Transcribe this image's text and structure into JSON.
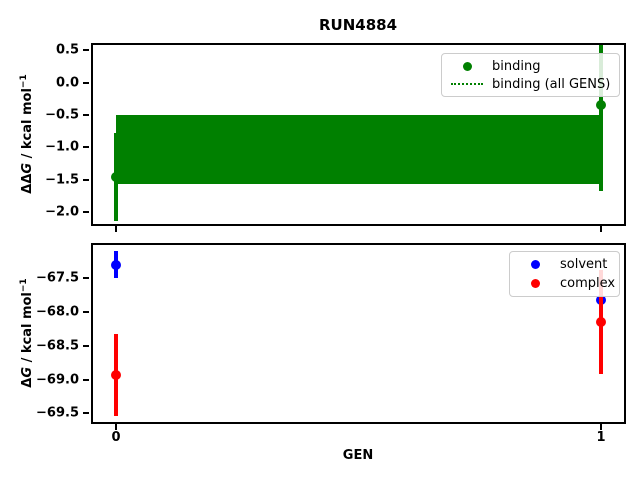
{
  "title": "RUN4884",
  "xaxis": {
    "label": "GEN"
  },
  "top_plot": {
    "ylabel": {
      "pre": "ΔΔ",
      "var": "G",
      "post": " / kcal mol",
      "sup": "−1"
    },
    "legend": [
      {
        "label": "binding",
        "marker": "dot",
        "color": "#008000"
      },
      {
        "label": "binding (all GENS)",
        "marker": "dotted-line",
        "color": "#008000"
      }
    ]
  },
  "bottom_plot": {
    "ylabel": {
      "pre": "Δ",
      "var": "G",
      "post": " / kcal mol",
      "sup": "−1"
    },
    "legend": [
      {
        "label": "solvent",
        "marker": "dot",
        "color": "#0000ff"
      },
      {
        "label": "complex",
        "marker": "dot",
        "color": "#ff0000"
      }
    ]
  },
  "colors": {
    "binding": "#008000",
    "solvent": "#0000ff",
    "complex": "#ff0000"
  },
  "chart_data": [
    {
      "type": "scatter",
      "title": "RUN4884",
      "xlabel": "GEN",
      "ylabel": "ΔΔG / kcal mol⁻¹",
      "series": [
        {
          "name": "binding",
          "color": "#008000",
          "x": [
            0,
            1
          ],
          "y": [
            -1.46,
            -0.35
          ],
          "yerr": [
            0.68,
            1.33
          ]
        }
      ],
      "band": {
        "name": "binding (all GENS)",
        "color": "#008000",
        "linestyle": "dotted",
        "y_center": -1.03,
        "y_lo": -1.57,
        "y_hi": -0.5,
        "x_range": [
          0,
          1
        ]
      },
      "xticks": [
        0,
        1
      ],
      "yticks": [
        0.5,
        0.0,
        -0.5,
        -1.0,
        -1.5,
        -2.0
      ],
      "xlim": [
        -0.05,
        1.05
      ],
      "ylim": [
        -2.22,
        0.61
      ],
      "legend_position": "upper right",
      "grid": false
    },
    {
      "type": "scatter",
      "title": "",
      "xlabel": "GEN",
      "ylabel": "ΔG / kcal mol⁻¹",
      "series": [
        {
          "name": "solvent",
          "color": "#0000ff",
          "x": [
            0,
            1
          ],
          "y": [
            -67.3,
            -67.82
          ],
          "yerr": [
            0.2,
            0.16
          ]
        },
        {
          "name": "complex",
          "color": "#ff0000",
          "x": [
            0,
            1
          ],
          "y": [
            -68.93,
            -68.15
          ],
          "yerr": [
            0.61,
            0.77
          ]
        }
      ],
      "xticks": [
        0,
        1
      ],
      "yticks": [
        -67.5,
        -68.0,
        -68.5,
        -69.0,
        -69.5
      ],
      "xlim": [
        -0.05,
        1.05
      ],
      "ylim": [
        -69.66,
        -66.98
      ],
      "legend_position": "upper right",
      "grid": false
    }
  ]
}
